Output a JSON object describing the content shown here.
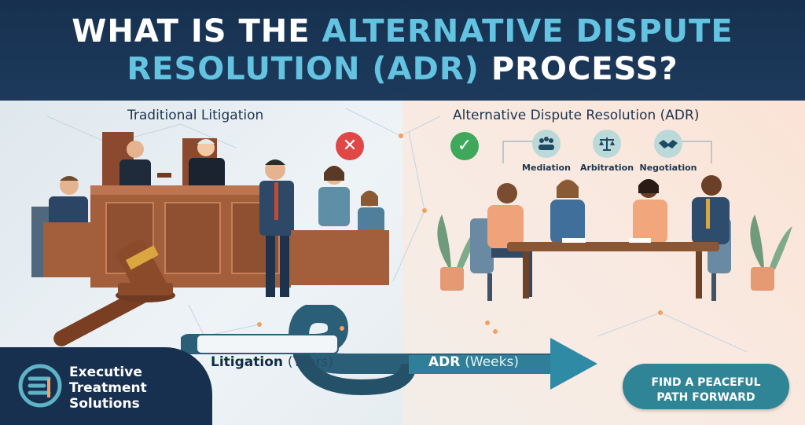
{
  "banner": {
    "title_part1": "WHAT IS THE ",
    "title_accent1": "ALTERNATIVE DISPUTE",
    "title_accent2": "RESOLUTION (ADR)",
    "title_part2": " PROCESS?"
  },
  "litigation": {
    "title": "Traditional Litigation",
    "badge_icon": "x-mark-icon"
  },
  "adr": {
    "title": "Alternative Dispute Resolution (ADR)",
    "badge_icon": "check-mark-icon",
    "methods": [
      {
        "label": "Mediation",
        "icon": "group-discussion-icon"
      },
      {
        "label": "Arbitration",
        "icon": "scales-icon"
      },
      {
        "label": "Negotiation",
        "icon": "handshake-icon"
      }
    ]
  },
  "timeline": {
    "litigation_label": "Litigation",
    "litigation_duration": "(Years)",
    "adr_label": "ADR",
    "adr_duration": "(Weeks)"
  },
  "brand": {
    "line1": "Executive",
    "line2": "Treatment",
    "line3": "Solutions"
  },
  "cta": {
    "line1": "FIND A PEACEFUL",
    "line2": "PATH FORWARD"
  },
  "colors": {
    "navy": "#17304f",
    "accent_blue": "#63c3e0",
    "teal": "#2f8596",
    "error_red": "#e04747",
    "success_green": "#3fa85b"
  }
}
